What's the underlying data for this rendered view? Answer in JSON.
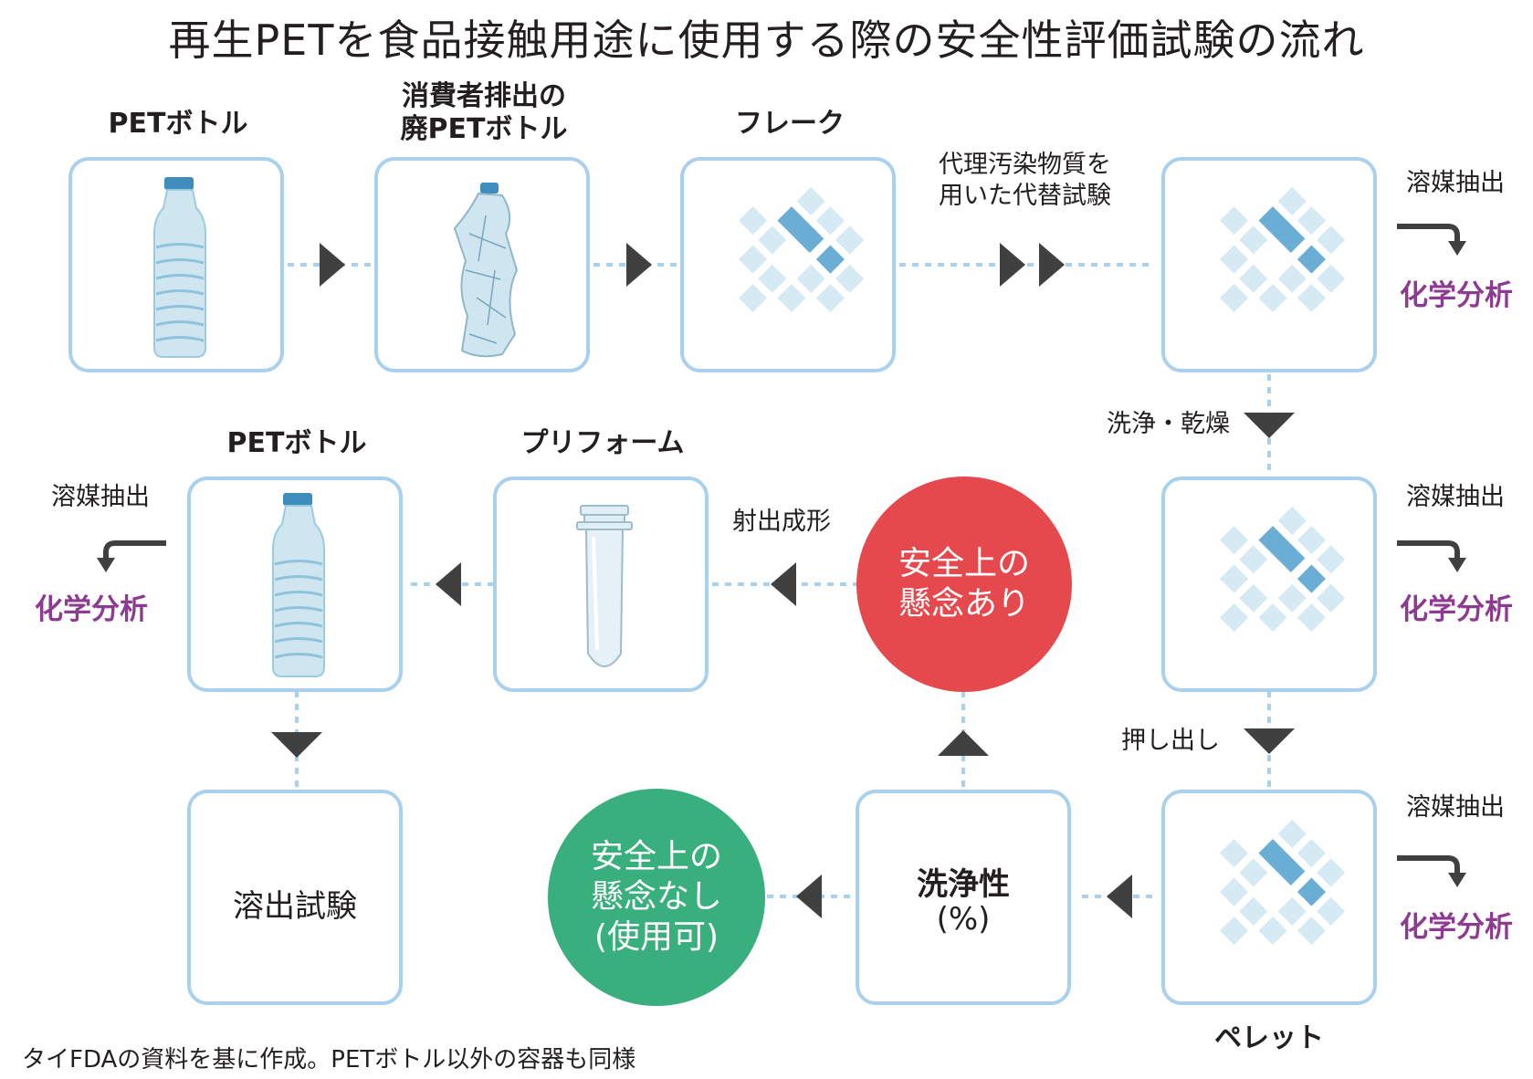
{
  "title": "再生PETを食品接触用途に使用する際の安全性評価試験の流れ",
  "labels": {
    "pet_bottle_top": "PETボトル",
    "waste_bottle_line1": "消費者排出の",
    "waste_bottle_line2": "廃PETボトル",
    "flake": "フレーク",
    "pet_bottle_mid": "PETボトル",
    "preform": "プリフォーム",
    "pellet": "ペレット"
  },
  "steps": {
    "surrogate_line1": "代理汚染物質を",
    "surrogate_line2": "用いた代替試験",
    "wash_dry": "洗浄・乾燥",
    "extrude": "押し出し",
    "injection": "射出成形"
  },
  "extraction": {
    "solvent": "溶媒抽出",
    "chemical": "化学分析"
  },
  "cleanliness": {
    "line1": "洗浄性",
    "line2": "(%)"
  },
  "dissolution": "溶出試験",
  "concern": "安全上の\n懸念あり",
  "no_concern": "安全上の\n懸念なし\n(使用可)",
  "footnote": "タイFDAの資料を基に作成。PETボトル以外の容器も同様",
  "colors": {
    "box_border": "#a9d0ec",
    "connector": "#a9d0ec",
    "arrow": "#404041",
    "chem_purple": "#8d3b91",
    "concern_red": "#e5484d",
    "ok_green": "#3aaf7e"
  }
}
